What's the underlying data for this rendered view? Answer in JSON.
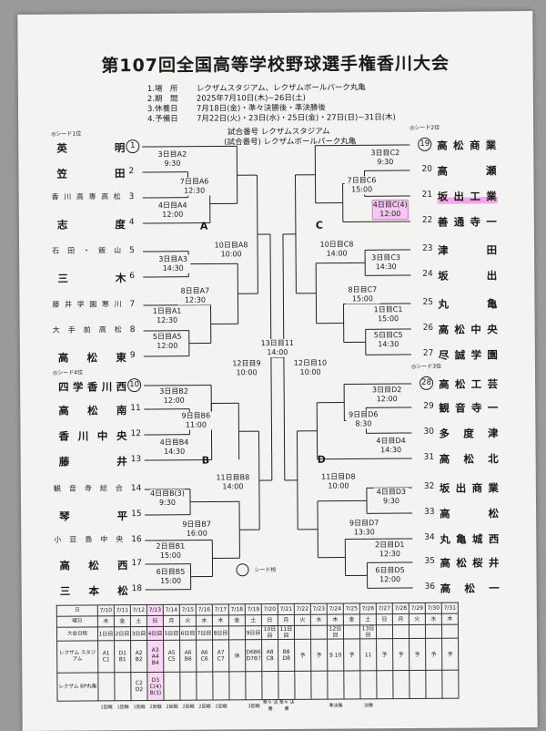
{
  "title": "第107回全国高等学校野球選手権香川大会",
  "info": [
    {
      "k": "1.場　所",
      "v": "レクザムスタジアム、レクザムボールパーク丸亀"
    },
    {
      "k": "2.期　間",
      "v": "2025年7月10日(木)~26日(土)"
    },
    {
      "k": "3.休養日",
      "v": "7月18日(金)・準々決勝後・準決勝後"
    },
    {
      "k": "4.予備日",
      "v": "7月22日(火)・23日(水)・25日(金)・27日(日)~31日(木)"
    }
  ],
  "legend": {
    "l1": "試合番号 レクザムスタジアム",
    "l2": "(試合番号) レクザムボールパーク丸亀"
  },
  "seeds": {
    "s1": "◎シード1位",
    "s2": "◎シード2位",
    "s3": "◎シード3位",
    "s4": "◎シード4位",
    "seed_note": "シード校"
  },
  "left_teams": [
    {
      "n": "英　明",
      "no": "1",
      "seed": true
    },
    {
      "n": "笠　田",
      "no": "2"
    },
    {
      "n": "香川高専高松",
      "no": "3",
      "small": true
    },
    {
      "n": "志　度",
      "no": "4"
    },
    {
      "n": "石田・飯山",
      "no": "5",
      "small": true
    },
    {
      "n": "三　木",
      "no": "6"
    },
    {
      "n": "藤井学園寒川",
      "no": "7",
      "small": true
    },
    {
      "n": "大手前高松",
      "no": "8",
      "small": true
    },
    {
      "n": "高松東",
      "no": "9"
    },
    {
      "n": "四学香川西",
      "no": "10",
      "seed": true
    },
    {
      "n": "高松南",
      "no": "11"
    },
    {
      "n": "香川中央",
      "no": "12"
    },
    {
      "n": "藤　井",
      "no": "13"
    },
    {
      "n": "観音寺総合",
      "no": "14",
      "small": true
    },
    {
      "n": "琴　平",
      "no": "15"
    },
    {
      "n": "小豆島中央",
      "no": "16",
      "small": true
    },
    {
      "n": "高松西",
      "no": "17"
    },
    {
      "n": "三本松",
      "no": "18"
    }
  ],
  "right_teams": [
    {
      "n": "高松商業",
      "no": "19",
      "seed": true
    },
    {
      "n": "高　瀬",
      "no": "20"
    },
    {
      "n": "坂出工業",
      "no": "21",
      "mark": true
    },
    {
      "n": "善通寺一",
      "no": "22"
    },
    {
      "n": "津　田",
      "no": "23"
    },
    {
      "n": "坂　出",
      "no": "24"
    },
    {
      "n": "丸　亀",
      "no": "25"
    },
    {
      "n": "高松中央",
      "no": "26"
    },
    {
      "n": "尽誠学園",
      "no": "27"
    },
    {
      "n": "高松工芸",
      "no": "28",
      "seed": true
    },
    {
      "n": "観音寺一",
      "no": "29"
    },
    {
      "n": "多度津",
      "no": "30"
    },
    {
      "n": "高松北",
      "no": "31"
    },
    {
      "n": "坂出商業",
      "no": "32"
    },
    {
      "n": "高　松",
      "no": "33"
    },
    {
      "n": "丸亀城西",
      "no": "34"
    },
    {
      "n": "高松桜井",
      "no": "35"
    },
    {
      "n": "高松一",
      "no": "36"
    }
  ],
  "games": {
    "a2": [
      "3日目A2",
      "9:30"
    ],
    "a6": [
      "7日目A6",
      "12:30"
    ],
    "a4": [
      "4日目A4",
      "12:00"
    ],
    "a3": [
      "3日目A3",
      "14:30"
    ],
    "a7": [
      "8日目A7",
      "12:30"
    ],
    "a1": [
      "1日目A1",
      "12:30"
    ],
    "a5": [
      "5日目A5",
      "12:00"
    ],
    "a8": [
      "10日目A8",
      "10:00"
    ],
    "b2": [
      "3日目B2",
      "12:00"
    ],
    "b6": [
      "9日目B6",
      "11:00"
    ],
    "b4": [
      "4日目B4",
      "14:30"
    ],
    "b3": [
      "4日目B(3)",
      "9:30"
    ],
    "b7": [
      "9日目B7",
      "16:00"
    ],
    "b1": [
      "2日目B1",
      "15:00"
    ],
    "b5": [
      "6日目B5",
      "15:00"
    ],
    "b8": [
      "11日目B8",
      "14:00"
    ],
    "c2": [
      "3日目C2",
      "9:30"
    ],
    "c6": [
      "7日目C6",
      "15:00"
    ],
    "c4": [
      "4日目C(4)",
      "12:00"
    ],
    "c3": [
      "3日目C3",
      "14:30"
    ],
    "c7": [
      "8日目C7",
      "15:00"
    ],
    "c1": [
      "1日目C1",
      "15:00"
    ],
    "c5": [
      "5日目C5",
      "14:30"
    ],
    "c8": [
      "10日目C8",
      "14:00"
    ],
    "d2": [
      "3日目D2",
      "12:00"
    ],
    "d6": [
      "9日目D6",
      "8:30"
    ],
    "d4": [
      "4日目D4",
      "14:30"
    ],
    "d3": [
      "4日目D3",
      "9:30"
    ],
    "d7": [
      "9日目D7",
      "13:30"
    ],
    "d1": [
      "2日目D1",
      "12:30"
    ],
    "d5": [
      "6日目D5",
      "12:00"
    ],
    "d8": [
      "11日目D8",
      "10:00"
    ],
    "s9": [
      "12日目9",
      "10:00"
    ],
    "s10": [
      "12日目10",
      "10:00"
    ],
    "f11": [
      "13日目11",
      "14:00"
    ]
  },
  "blocks": {
    "a": "A",
    "b": "B",
    "c": "C",
    "d": "D"
  },
  "schedule": {
    "dates": [
      "日",
      "7/10",
      "7/11",
      "7/12",
      "7/13",
      "7/14",
      "7/15",
      "7/16",
      "7/17",
      "7/18",
      "7/19",
      "7/20",
      "7/21",
      "7/22",
      "7/23",
      "7/24",
      "7/25",
      "7/26",
      "7/27",
      "7/28",
      "7/29",
      "7/30",
      "7/31"
    ],
    "days": [
      "曜日",
      "木",
      "金",
      "土",
      "日",
      "月",
      "火",
      "水",
      "木",
      "金",
      "土",
      "日",
      "月",
      "火",
      "水",
      "木",
      "金",
      "土",
      "日",
      "月",
      "火",
      "水",
      "木"
    ],
    "taikai": [
      "大会日程",
      "1日目",
      "2日目",
      "3日目",
      "4日目",
      "5日目",
      "6日目",
      "7日目",
      "8日目",
      "",
      "9日目",
      "10日目",
      "11日目",
      "",
      "",
      "12日目",
      "",
      "13日目",
      "",
      "",
      "",
      "",
      ""
    ],
    "rex": [
      "レクザム スタジアム",
      "A1 C1",
      "D1 B1",
      "A2 B2",
      "A3 A4 B4",
      "A5 C5",
      "A6 B6",
      "A6 C6",
      "A7 C7",
      "休",
      "D6B6 D7B7",
      "A8 C8",
      "B8 D8",
      "予",
      "予",
      "9 10",
      "予",
      "11",
      "予",
      "予",
      "予",
      "予",
      "予"
    ],
    "bp": [
      "レクザム BP丸亀",
      "",
      "",
      "C2 D2",
      "D3 C(4) B(3)",
      "",
      "",
      "",
      "",
      "",
      "",
      "",
      "",
      "",
      "",
      "",
      "",
      "",
      "",
      "",
      "",
      "",
      ""
    ],
    "under": [
      "",
      "1回戦",
      "1回戦",
      "1回戦",
      "2回戦",
      "2回戦",
      "2回戦",
      "2回戦",
      "2回戦",
      "",
      "3回戦",
      "準々 決勝",
      "準々 決勝",
      "",
      "",
      "準決勝",
      "",
      "決勝",
      "",
      "",
      "",
      "",
      ""
    ]
  }
}
